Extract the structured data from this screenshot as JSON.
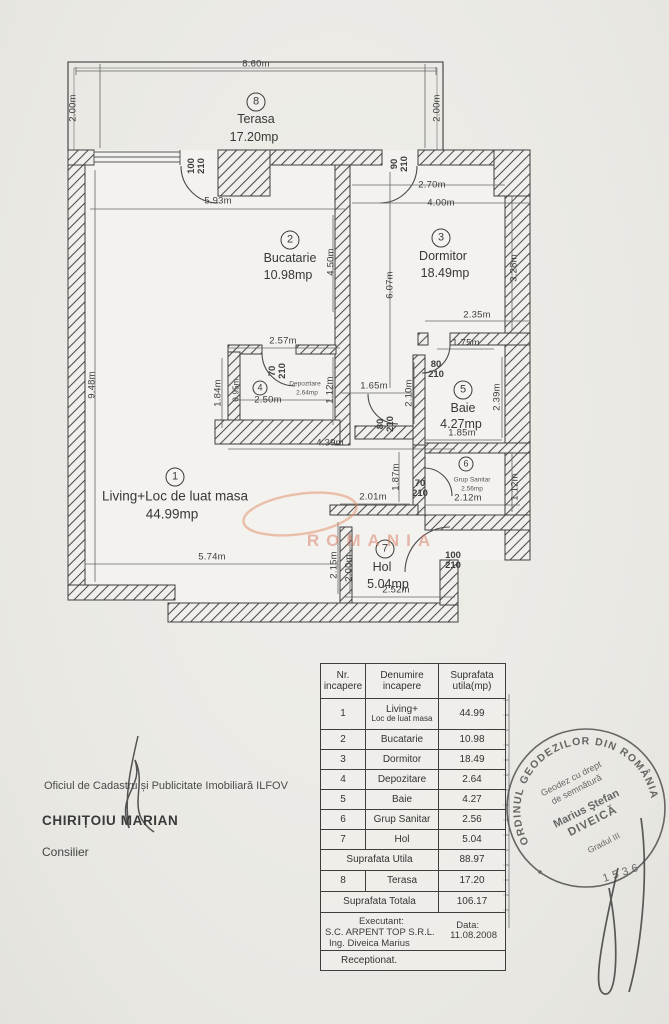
{
  "watermark": {
    "text": "ROMANIA"
  },
  "rooms": [
    {
      "num": "8",
      "name": "Terasa",
      "area": "17.20mp"
    },
    {
      "num": "2",
      "name": "Bucatarie",
      "area": "10.98mp"
    },
    {
      "num": "3",
      "name": "Dormitor",
      "area": "18.49mp"
    },
    {
      "num": "4",
      "name": "Depozitare",
      "area": "2.64mp"
    },
    {
      "num": "5",
      "name": "Baie",
      "area": "4.27mp"
    },
    {
      "num": "6",
      "name": "Grup Sanitar",
      "area": "2.56mp"
    },
    {
      "num": "7",
      "name": "Hol",
      "area": "5.04mp"
    },
    {
      "num": "1",
      "name": "Living+Loc de luat masa",
      "area": "44.99mp"
    }
  ],
  "dims": {
    "w860": "8.60m",
    "h200l": "2.00m",
    "h200r": "2.00m",
    "w593": "5.93m",
    "w270": "2.70m",
    "w400": "4.00m",
    "h450": "4.50m",
    "h607": "6.07m",
    "h328": "3.28m",
    "h948": "9.48m",
    "w235": "2.35m",
    "w175": "1.75m",
    "w257": "2.57m",
    "h184": "1.84m",
    "h095": "0.95m",
    "w250": "2.50m",
    "h112a": "1.12m",
    "w165": "1.65m",
    "h210": "2.10m",
    "h239": "2.39m",
    "w185": "1.85m",
    "w439": "4.39m",
    "h112b": "1.12m",
    "w212": "2.12m",
    "w201": "2.01m",
    "h187": "1.87m",
    "w574": "5.74m",
    "h215": "2.15m",
    "h200b": "2.00m",
    "w252": "2.52m"
  },
  "doors": [
    {
      "w": "100",
      "h": "210"
    },
    {
      "w": "90",
      "h": "210"
    },
    {
      "w": "70",
      "h": "210"
    },
    {
      "w": "80",
      "h": "210"
    },
    {
      "w": "80",
      "h": "210"
    },
    {
      "w": "70",
      "h": "210"
    },
    {
      "w": "100",
      "h": "210"
    }
  ],
  "table": {
    "headers": {
      "c1a": "Nr.",
      "c1b": "incapere",
      "c2a": "Denumire",
      "c2b": "incapere",
      "c3a": "Suprafata",
      "c3b": "utila(mp)"
    },
    "rows": [
      {
        "nr": "1",
        "name": "Living+",
        "name2": "Loc de luat masa",
        "area": "44.99"
      },
      {
        "nr": "2",
        "name": "Bucatarie",
        "name2": "",
        "area": "10.98"
      },
      {
        "nr": "3",
        "name": "Dormitor",
        "name2": "",
        "area": "18.49"
      },
      {
        "nr": "4",
        "name": "Depozitare",
        "name2": "",
        "area": "2.64"
      },
      {
        "nr": "5",
        "name": "Baie",
        "name2": "",
        "area": "4.27"
      },
      {
        "nr": "6",
        "name": "Grup Sanitar",
        "name2": "",
        "area": "2.56"
      },
      {
        "nr": "7",
        "name": "Hol",
        "name2": "",
        "area": "5.04"
      },
      {
        "nr": "8",
        "name": "Terasa",
        "name2": "",
        "area": "17.20"
      }
    ],
    "summary": {
      "utila_label": "Suprafata Utila",
      "utila_value": "88.97",
      "totala_label": "Suprafata Totala",
      "totala_value": "106.17"
    },
    "footer": {
      "executant": "Executant:",
      "company": "S.C. ARPENT TOP S.R.L.",
      "engineer": "Ing. Diveica Marius",
      "data_label": "Data:",
      "data_value": "11.08.2008",
      "receptionat": "Receptionat."
    }
  },
  "officials": {
    "office": "Oficiul de Cadastru și Publicitate Imobiliară ILFOV",
    "name": "CHIRIȚOIU MARIAN",
    "role": "Consilier"
  },
  "stamp": {
    "ring": "ORDINUL GEODEZILOR DIN ROMÂNIA",
    "line1": "Geodez cu drept",
    "line2": "de semnătură",
    "line3": "Marius Ştefan",
    "line4": "DIVEICĂ",
    "line5": "Gradul III",
    "number": "1536"
  }
}
